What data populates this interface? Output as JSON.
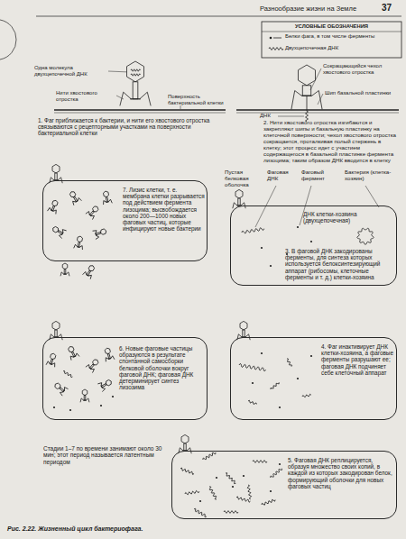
{
  "diagram": {
    "caption": "Рис. 2.22. Жизненный цикл бактериофага.",
    "nodes": [
      {
        "text": [
          "7. Лизис клетки, т. е. мембрана клетки разрывается под действием фермента лизоцима; высвобождается около 200—1000 новых фаговых частиц, которые инфицируют новые бактерии"
        ]
      },
      {
        "text": [
          "ДНК клетки-хозяина (двухцепочечная)",
          "3. В фаговой ДНК закодированы ферменты, для синтеза которых используется белоксинтезирующий аппарат (рибосомы, клеточные ферменты и т. д.) клетки-хозяина"
        ]
      },
      {
        "text": [
          "6. Новые фаговые частицы образуются в результате спонтанной самосборки белковой оболочки вокруг фаговой ДНК; фаговая ДНК детерминирует синтез лизозима"
        ]
      },
      {
        "text": [
          "4. Фаг инактивирует ДНК клетки-хозяина, а фаговые ферменты разрушают ее; фаговая ДНК подчиняет себе клеточный аппарат"
        ]
      },
      {
        "text": [
          "5. Фаговая ДНК реплицируется, образуя множество своих копий, в каждой из которых закодирован белок, формирующий оболочки для новых фаговых частиц"
        ]
      }
    ],
    "labels": [
      "Разнообразие жизни на Земле",
      "37",
      "УСЛОВНЫЕ ОБОЗНАЧЕНИЯ",
      "Одна молекула двухцепочечной ДНК",
      "Нити хвостового отростка",
      "Поверхность бактериальной клетки",
      "1. Фаг приближается к бактерии, и нити его хвостового отростка связываются с рецепторными участками на поверхности бактериальной клетки",
      "Сокращающийся чехол хвостового отростка",
      "Шип базальной пластинки",
      "ДНК",
      "2. Нити хвостового отростка изгибаются и закрепляют шипы и базальную пластинку на клеточной поверхности; чехол хвостового отростка сокращается, проталкивая полый стержень в клетку; этот процесс идет с участием содержащегося в базальной пластинке фермента лизоцима; таким образом ДНК вводится в клетку",
      "Пустая белковая оболочка",
      "Фаговая ДНК",
      "Фаговый фермент",
      "Бактерия (клетка-хозяин)",
      "Стадии 1–7 по времени занимают около 30 мин; этот период называется латентным периодом"
    ],
    "legend": [
      {
        "text": "Белки фага, в том числе ферменты"
      },
      {
        "text": "Двухцепочечная ДНК"
      }
    ]
  }
}
